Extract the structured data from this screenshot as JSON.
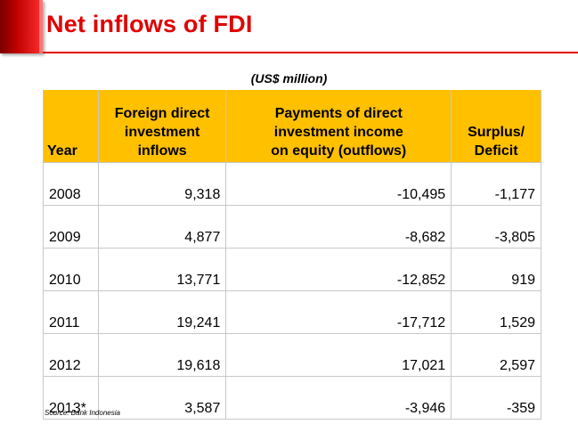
{
  "title": "Net inflows of FDI",
  "unit": "(US$ million)",
  "table": {
    "headers": {
      "year": "Year",
      "inflows_line1": "Foreign direct",
      "inflows_line2": "investment",
      "inflows_line3": "inflows",
      "payments_line1": "Payments of direct",
      "payments_line2": "investment income",
      "payments_line3": "on equity (outflows)",
      "surplus_line1": "Surplus/",
      "surplus_line2": "Deficit"
    },
    "rows": [
      {
        "year": "2008",
        "inflows": "9,318",
        "payments": "-10,495",
        "surplus": "-1,177"
      },
      {
        "year": "2009",
        "inflows": "4,877",
        "payments": "-8,682",
        "surplus": "-3,805"
      },
      {
        "year": "2010",
        "inflows": "13,771",
        "payments": "-12,852",
        "surplus": "919"
      },
      {
        "year": "2011",
        "inflows": "19,241",
        "payments": "-17,712",
        "surplus": "1,529"
      },
      {
        "year": "2012",
        "inflows": "19,618",
        "payments": "17,021",
        "surplus": "2,597"
      },
      {
        "year": "2013*",
        "inflows": "3,587",
        "payments": "-3,946",
        "surplus": "-359"
      }
    ]
  },
  "source": "Source: Bank Indonesia",
  "colors": {
    "title": "#e00000",
    "header_fill": "#ffc000",
    "accent_bar": "#c00000"
  }
}
